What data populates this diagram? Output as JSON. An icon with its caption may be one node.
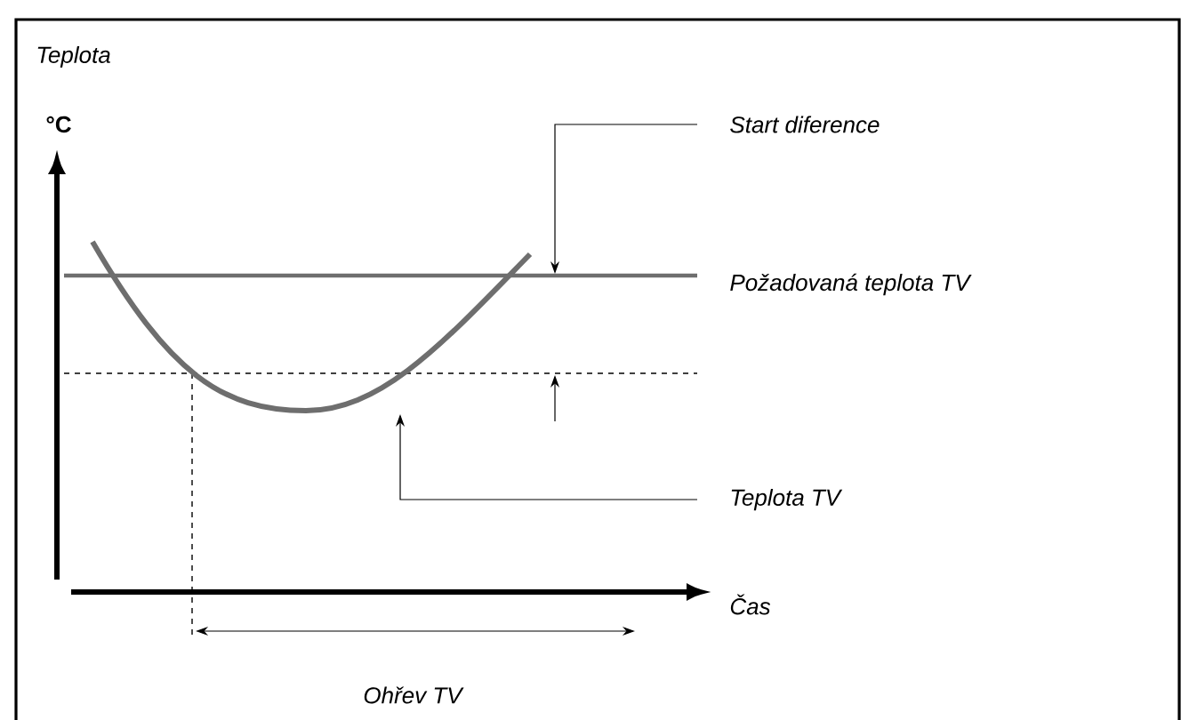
{
  "diagram": {
    "nodes": [
      {
        "text": [
          "Start diference"
        ]
      },
      {
        "text": [
          "Teplota TV"
        ]
      },
      {
        "text": [],
        "shape": "curve"
      },
      {
        "text": [],
        "shape": "line"
      }
    ],
    "edges": [
      {
        "from": 0,
        "to": 3,
        "arrow": "to"
      },
      {
        "from": 1,
        "to": 2,
        "arrow": "to"
      }
    ],
    "labels": [
      "Teplota",
      "°C",
      "Požadovaná teplota TV",
      "Čas",
      "Ohřev TV"
    ]
  }
}
